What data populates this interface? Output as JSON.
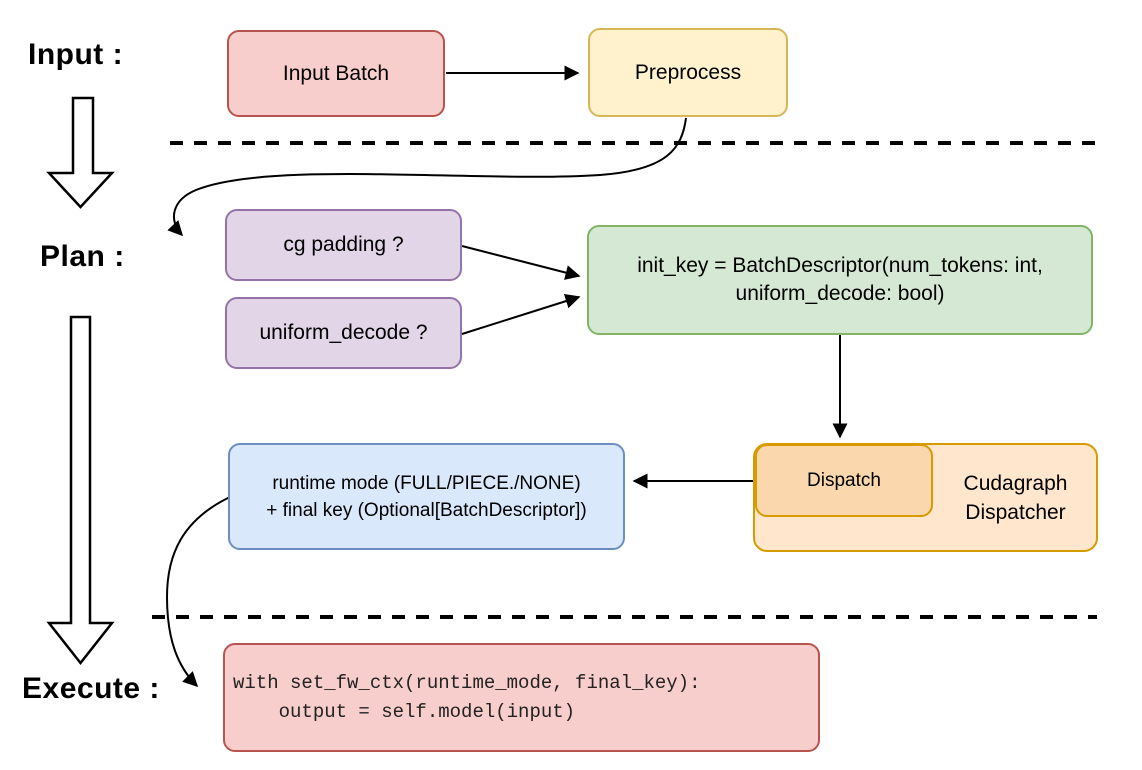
{
  "stages": {
    "input": "Input :",
    "plan": "Plan :",
    "execute": "Execute :"
  },
  "nodes": {
    "input_batch": {
      "label": "Input Batch"
    },
    "preprocess": {
      "label": "Preprocess"
    },
    "cg_padding": {
      "label": "cg padding ?"
    },
    "uniform_decode": {
      "label": "uniform_decode ?"
    },
    "init_key": {
      "line1": "init_key = BatchDescriptor(num_tokens: int,",
      "line2": "uniform_decode: bool)"
    },
    "dispatch": {
      "label": "Dispatch"
    },
    "cudagraph_dispatcher": {
      "line1": "Cudagraph",
      "line2": "Dispatcher"
    },
    "runtime_mode": {
      "line1": "runtime mode (FULL/PIECE./NONE)",
      "line2": "+ final key (Optional[BatchDescriptor])"
    },
    "execute_code": {
      "line1": "with set_fw_ctx(runtime_mode, final_key):",
      "line2": "    output = self.model(input)"
    }
  },
  "colors": {
    "red_fill": "#f8cecc",
    "red_stroke": "#b85450",
    "yellow_fill": "#fff2cc",
    "yellow_stroke": "#d6b656",
    "purple_fill": "#e1d5e7",
    "purple_stroke": "#9673a6",
    "green_fill": "#d5e8d4",
    "green_stroke": "#82b366",
    "blue_fill": "#dae8fc",
    "blue_stroke": "#6c8ebf",
    "orange_fill": "#ffe6cc",
    "orange_inner_fill": "#fad7ac",
    "orange_stroke": "#d79b00",
    "connector": "#000000"
  }
}
